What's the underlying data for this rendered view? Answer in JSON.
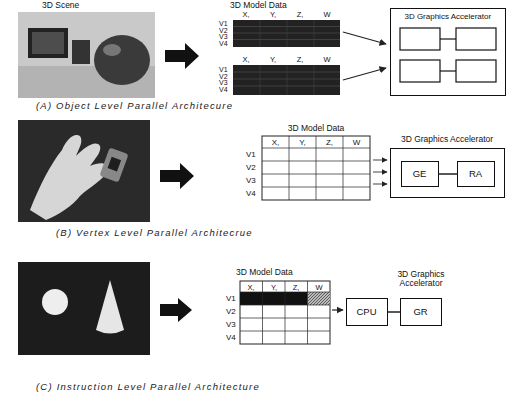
{
  "diagram": {
    "nodes": [
      {
        "text": [
          "3D Graphics Accelerator"
        ]
      },
      {
        "text": [
          "3D Graphics Accelerator"
        ]
      },
      {
        "text": [
          "GE"
        ],
        "in": 1
      },
      {
        "text": [
          "RA"
        ],
        "in": 1
      },
      {
        "text": [
          "CPU"
        ]
      },
      {
        "text": [
          "GR"
        ]
      }
    ],
    "edges": [
      {
        "from": 2,
        "to": 3,
        "arrow": "none"
      },
      {
        "from": 4,
        "to": 5,
        "arrow": "none"
      }
    ],
    "labels": [
      "3D Scene",
      "3D Model Data",
      "X,",
      "Y,",
      "Z,",
      "W",
      "V1",
      "V2",
      "V3",
      "V4",
      "X,",
      "Y,",
      "Z,",
      "W",
      "V1",
      "V2",
      "V3",
      "V4",
      "(A) Object Level Parallel Architecure",
      "3D Model Data",
      "X,",
      "Y,",
      "Z,",
      "W",
      "V1",
      "V2",
      "V3",
      "V4",
      "(B) Vertex Level Parallel Architecrue",
      "3D Model Data",
      "X,",
      "Y,",
      "Z,",
      "W",
      "V1",
      "V2",
      "V3",
      "V4",
      "3D Graphics Accelerator",
      "(C) Instruction Level Parallel Architecture"
    ]
  }
}
